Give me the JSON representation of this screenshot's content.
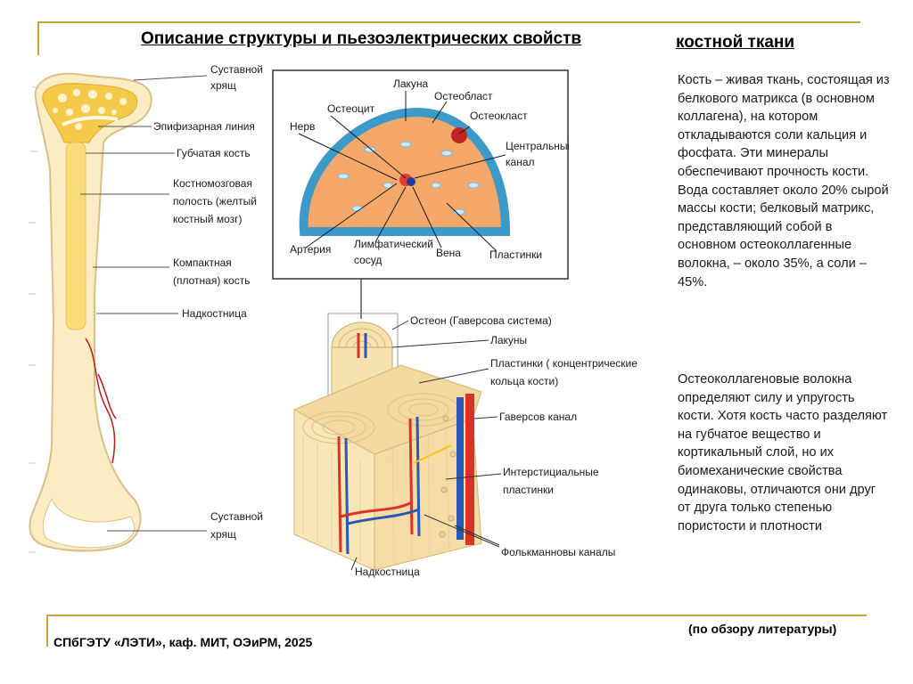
{
  "title": {
    "part1": "Описание структуры и пьезоэлектрических свойств",
    "part2": "костной ткани"
  },
  "bone_labels": {
    "cartilage_top_1": "Суставной",
    "cartilage_top_2": "хрящ",
    "epiphyseal_line": "Эпифизарная линия",
    "spongy_bone": "Губчатая кость",
    "marrow_1": "Костномозговая",
    "marrow_2": "полость (желтый",
    "marrow_3": "костный мозг)",
    "compact_1": "Компактная",
    "compact_2": "(плотная) кость",
    "periosteum": "Надкостница",
    "cartilage_bottom_1": "Суставной",
    "cartilage_bottom_2": "хрящ"
  },
  "osteon_labels": {
    "lacuna": "Лакуна",
    "osteocyte": "Остеоцит",
    "osteoblast": "Остеобласт",
    "osteoclast": "Остеокласт",
    "nerve": "Нерв",
    "central_canal_1": "Центральный",
    "central_canal_2": "канал",
    "artery": "Артерия",
    "lymph_1": "Лимфатический",
    "lymph_2": "сосуд",
    "vein": "Вена",
    "lamellae": "Пластинки"
  },
  "block_labels": {
    "osteon": "Остеон (Гаверсова система)",
    "lacunae": "Лакуны",
    "lamellae_1": "Пластинки  ( концентрические",
    "lamellae_2": "кольца кости)",
    "haversian": "Гаверсов канал",
    "interstitial_1": "Интерстициальные",
    "interstitial_2": "пластинки",
    "volkmann": "Фолькманновы каналы",
    "periosteum": "Надкостница"
  },
  "text": {
    "para1": "Кость – живая ткань, состоящая из белкового матрикса  (в основном коллагена), на котором откладываются соли кальция и фосфата. Эти минералы обеспечивают прочность кости. Вода составляет около 20% сырой массы кости; белковый матрикс, представляющий собой в основном остеоколлагенные волокна, – около 35%, а соли – 45%.",
    "para2": "Остеоколлагеновые волокна определяют силу и упругость кости. Хотя кость часто разделяют на губчатое вещество и кортикальный слой, но их биомеханические свойства одинаковы, отличаются они друг от друга только степенью пористости и плотности"
  },
  "footer": {
    "left": "СПбГЭТУ «ЛЭТИ», каф. МИТ, ОЭиРМ, 2025",
    "right": "(по обзору литературы)"
  },
  "colors": {
    "accent_line": "#c9a33a",
    "bone_cream": "#fbecc4",
    "bone_yellow": "#f5c94a",
    "osteon_orange": "#f7a35c",
    "cell_blue": "#5fb3dc",
    "artery_red": "#e0342a",
    "vein_blue": "#3b5bb5"
  }
}
